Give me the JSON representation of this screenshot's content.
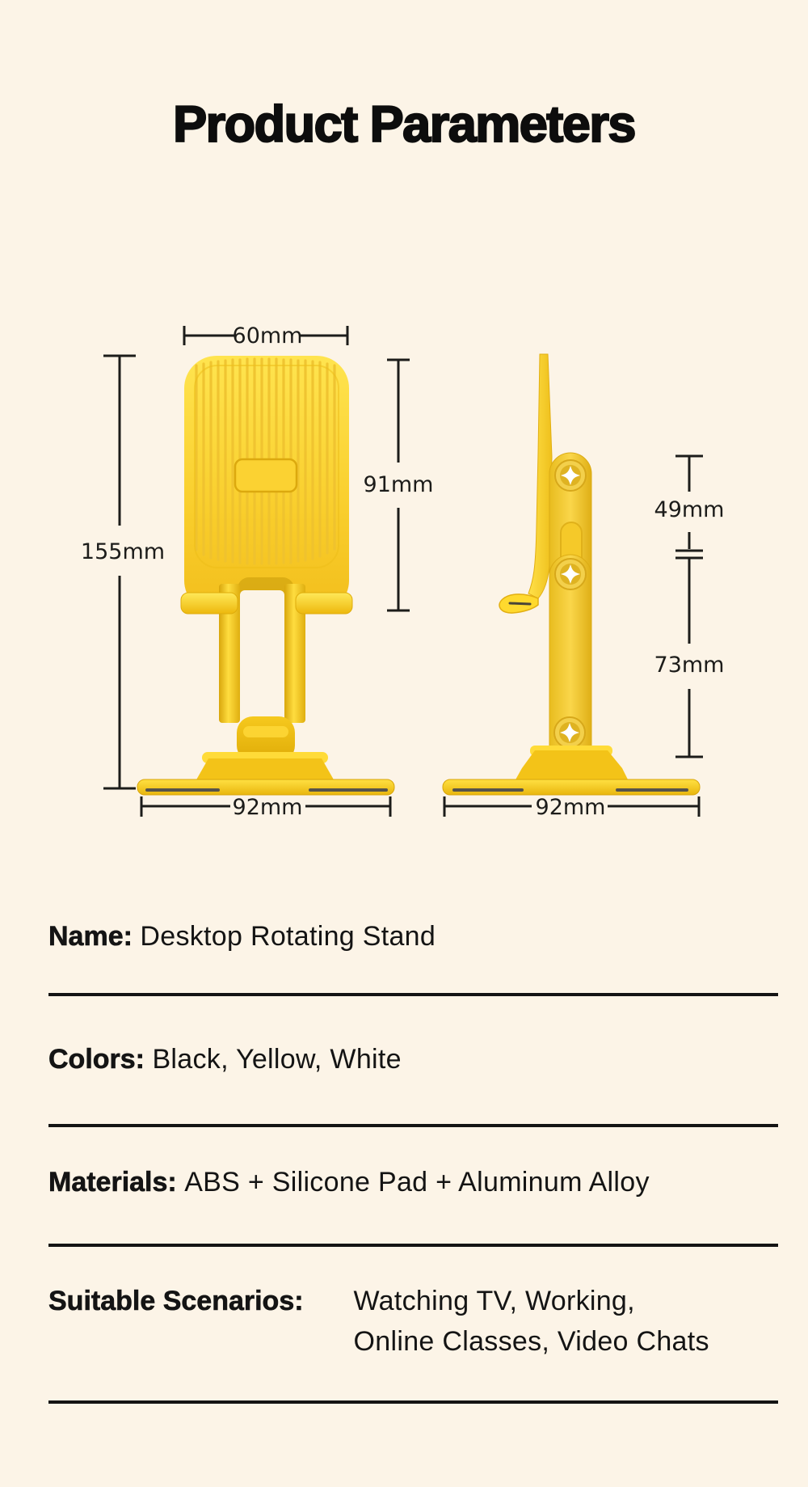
{
  "title": "Product Parameters",
  "colors": {
    "background": "#FCF4E7",
    "product_yellow": "#FFD92E",
    "text": "#141414"
  },
  "diagram": {
    "front_view": {
      "width_label": "60mm",
      "holder_height_label": "91mm",
      "total_height_label": "155mm",
      "base_width_label": "92mm"
    },
    "side_view": {
      "upper_height_label": "49mm",
      "lower_height_label": "73mm",
      "base_width_label": "92mm"
    }
  },
  "specs": {
    "name": {
      "label": "Name:",
      "value": "Desktop Rotating Stand"
    },
    "colors": {
      "label": "Colors:",
      "value": "Black, Yellow, White"
    },
    "materials": {
      "label": "Materials:",
      "value": "ABS + Silicone Pad + Aluminum Alloy"
    },
    "scenarios": {
      "label": "Suitable Scenarios:",
      "value_line1": "Watching TV, Working,",
      "value_line2": "Online Classes, Video Chats"
    }
  }
}
